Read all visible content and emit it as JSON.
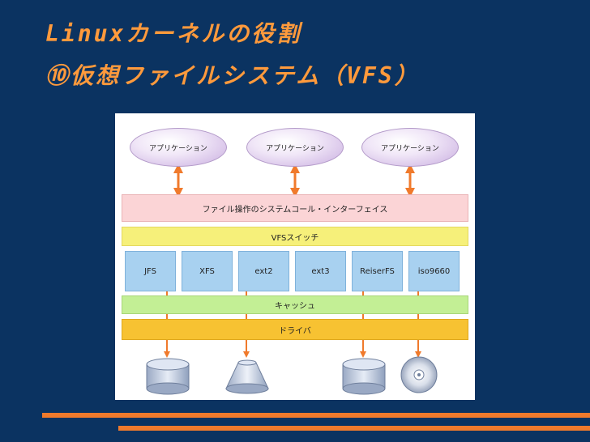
{
  "header": {
    "line1": "Linuxカーネルの役割",
    "line2": "⑩仮想ファイルシステム（VFS）"
  },
  "diagram": {
    "applications": [
      "アプリケーション",
      "アプリケーション",
      "アプリケーション"
    ],
    "syscall_interface": "ファイル操作のシステムコール・インターフェイス",
    "vfs_switch": "VFSスイッチ",
    "filesystems": [
      "JFS",
      "XFS",
      "ext2",
      "ext3",
      "ReiserFS",
      "iso9660"
    ],
    "cache": "キャッシュ",
    "driver": "ドライバ",
    "devices": [
      "disk-drive",
      "tape-drive",
      "disk-drive",
      "cd-rom"
    ]
  },
  "colors": {
    "background": "#0b3361",
    "title": "#ff9a3c",
    "arrow": "#f07a2c",
    "syscall_band": "#fbd4d6",
    "vfs_band": "#f6f07a",
    "fs_box": "#a8d1f0",
    "cache_band": "#c3ef95",
    "driver_band": "#f7c232"
  }
}
